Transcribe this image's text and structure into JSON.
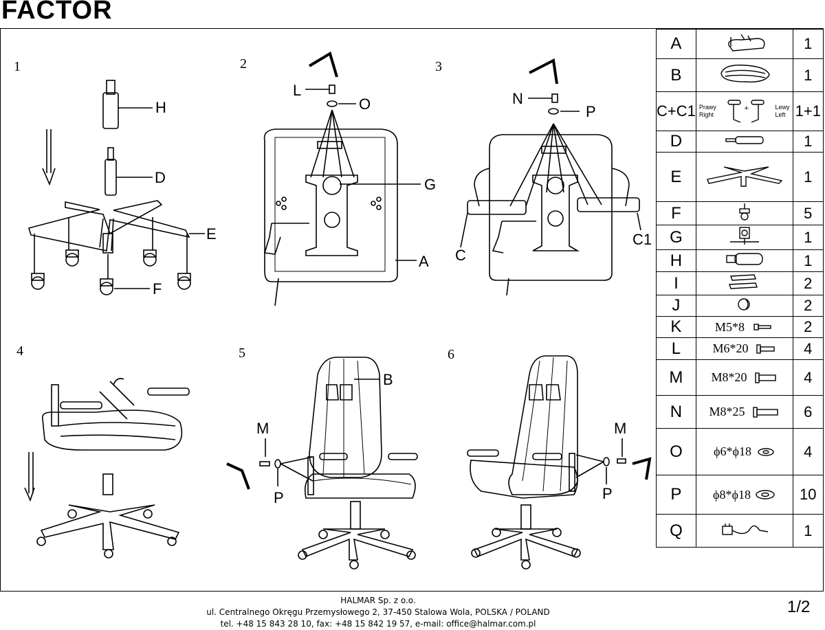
{
  "title": "FACTOR",
  "steps": [
    "1",
    "2",
    "3",
    "4",
    "5",
    "6"
  ],
  "labels": {
    "s1": {
      "H": "H",
      "D": "D",
      "E": "E",
      "F": "F"
    },
    "s2": {
      "L": "L",
      "O": "O",
      "G": "G",
      "A": "A"
    },
    "s3": {
      "N": "N",
      "P": "P",
      "C": "C",
      "C1": "C1"
    },
    "s5": {
      "B": "B",
      "M": "M",
      "P": "P"
    },
    "s6": {
      "M": "M",
      "P": "P"
    }
  },
  "parts": [
    {
      "letter": "A",
      "qty": "1",
      "icon": "seat-icon"
    },
    {
      "letter": "B",
      "qty": "1",
      "icon": "backrest-icon"
    },
    {
      "letter": "C+C1",
      "qty": "1+1",
      "icon": "armrest-icon",
      "left_text": [
        "Prawy",
        "Right"
      ],
      "right_text": [
        "Lewy",
        "Left"
      ]
    },
    {
      "letter": "D",
      "qty": "1",
      "icon": "gas-lift-icon"
    },
    {
      "letter": "E",
      "qty": "1",
      "icon": "base-icon"
    },
    {
      "letter": "F",
      "qty": "5",
      "icon": "caster-icon"
    },
    {
      "letter": "G",
      "qty": "1",
      "icon": "mechanism-icon"
    },
    {
      "letter": "H",
      "qty": "1",
      "icon": "cylinder-cover-icon"
    },
    {
      "letter": "I",
      "qty": "2",
      "icon": "cover-icon"
    },
    {
      "letter": "J",
      "qty": "2",
      "icon": "cap-icon"
    },
    {
      "letter": "K",
      "qty": "2",
      "icon": "screw-icon",
      "spec": "M5*8"
    },
    {
      "letter": "L",
      "qty": "4",
      "icon": "screw-icon",
      "spec": "M6*20"
    },
    {
      "letter": "M",
      "qty": "4",
      "icon": "screw-icon",
      "spec": "M8*20"
    },
    {
      "letter": "N",
      "qty": "6",
      "icon": "screw-icon",
      "spec": "M8*25"
    },
    {
      "letter": "O",
      "qty": "4",
      "icon": "washer-icon",
      "spec": "ϕ6*ϕ18"
    },
    {
      "letter": "P",
      "qty": "10",
      "icon": "washer-icon",
      "spec": "ϕ8*ϕ18"
    },
    {
      "letter": "Q",
      "qty": "1",
      "icon": "plug-icon"
    }
  ],
  "footer": {
    "company": "HALMAR Sp. z o.o.",
    "address": "ul. Centralnego Okręgu Przemysłowego 2, 37-450 Stalowa Wola, POLSKA / POLAND",
    "contact": "tel. +48 15 843 28 10, fax: +48 15 842 19 57, e-mail: office@halmar.com.pl"
  },
  "page": "1/2"
}
